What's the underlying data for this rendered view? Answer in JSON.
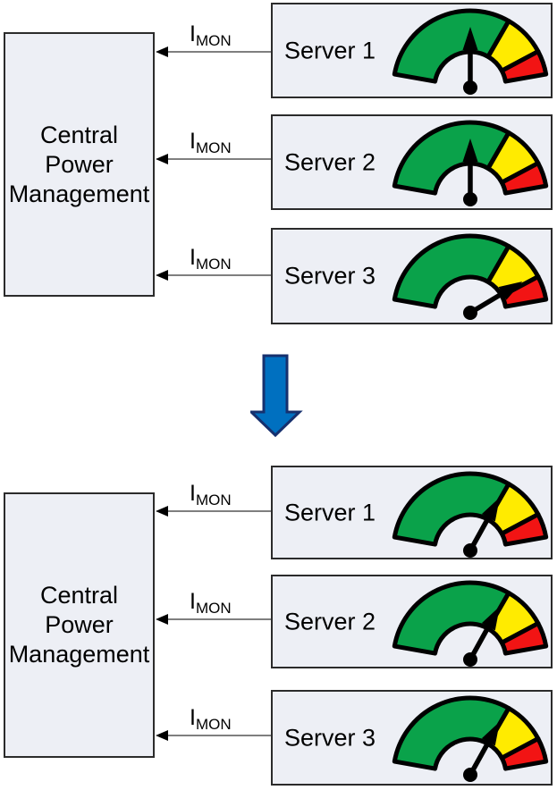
{
  "colors": {
    "server_box_fill": "#EDEFF5",
    "box_border": "#2B2B2B",
    "gauge_green": "#0AA24A",
    "gauge_yellow": "#FFEB00",
    "gauge_red": "#F21414",
    "gauge_outline": "#000000",
    "needle": "#000000",
    "signal_line": "#7F7F7F",
    "signal_arrowhead": "#000000",
    "transition_arrow_fill": "#0070C0",
    "transition_arrow_border": "#16306E"
  },
  "management_box": {
    "lines": [
      "Central",
      "Power",
      "Management"
    ]
  },
  "signal_label": {
    "base": "I",
    "subscript": "MON"
  },
  "gauge_segments": [
    {
      "name": "green",
      "start_deg": 170,
      "end_deg": 60
    },
    {
      "name": "yellow",
      "start_deg": 60,
      "end_deg": 28
    },
    {
      "name": "red",
      "start_deg": 28,
      "end_deg": 10
    }
  ],
  "before": {
    "servers": [
      {
        "label": "Server 1",
        "needle_angle_deg": 90
      },
      {
        "label": "Server 2",
        "needle_angle_deg": 90
      },
      {
        "label": "Server 3",
        "needle_angle_deg": 31
      }
    ]
  },
  "after": {
    "servers": [
      {
        "label": "Server 1",
        "needle_angle_deg": 61
      },
      {
        "label": "Server 2",
        "needle_angle_deg": 61
      },
      {
        "label": "Server 3",
        "needle_angle_deg": 61
      }
    ]
  }
}
